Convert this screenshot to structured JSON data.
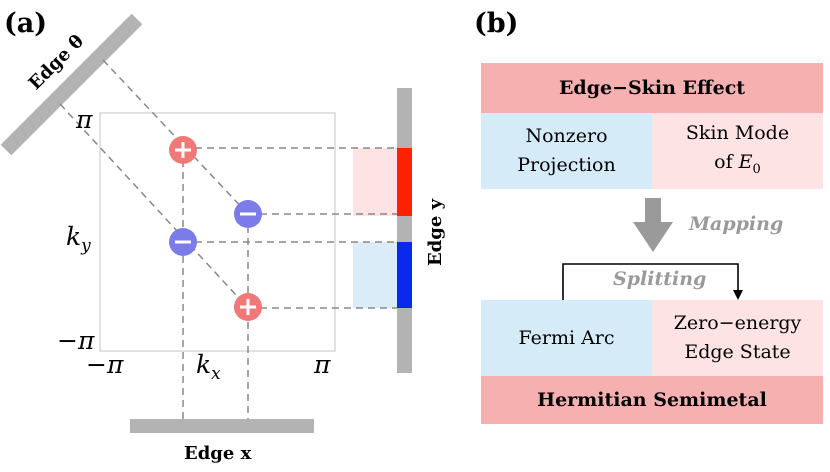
{
  "panel_a": {
    "label": "(a)",
    "edge_theta_label": "Edge θ",
    "edge_x_label": "Edge x",
    "edge_y_label": "Edge y",
    "axis_y_label": "k",
    "axis_y_sub": "y",
    "axis_x_label": "k",
    "axis_x_sub": "x",
    "tick_y_top": "π",
    "tick_y_bottom": "−π",
    "tick_x_left": "−π",
    "tick_x_right": "π",
    "charges": [
      {
        "sign": "+",
        "color": "#f07878"
      },
      {
        "sign": "−",
        "color": "#7b7bea"
      },
      {
        "sign": "−",
        "color": "#7b7bea"
      },
      {
        "sign": "+",
        "color": "#f07878"
      }
    ],
    "colors": {
      "edge_gray": "#b3b3b3",
      "red_segment": "#ff2200",
      "blue_segment": "#0a28ee",
      "red_shade": "#fde3e3",
      "blue_shade": "#d9ecf8"
    }
  },
  "panel_b": {
    "label": "(b)",
    "top_title": "Edge−Skin Effect",
    "box_left_top": [
      "Nonzero",
      "Projection"
    ],
    "box_right_top_line1": "Skin Mode",
    "box_right_top_line2_prefix": "of ",
    "box_right_top_symbol": "E",
    "box_right_top_sub": "0",
    "mapping_label": "Mapping",
    "splitting_label": "Splitting",
    "box_left_bottom": "Fermi Arc",
    "box_right_bottom": [
      "Zero−energy",
      "Edge State"
    ],
    "bottom_title": "Hermitian Semimetal",
    "colors": {
      "title_bg": "#f7b0b0",
      "blue_bg": "#d5ecf8",
      "pink_bg": "#fde3e3",
      "arrow_gray": "#9a9a9a"
    }
  }
}
